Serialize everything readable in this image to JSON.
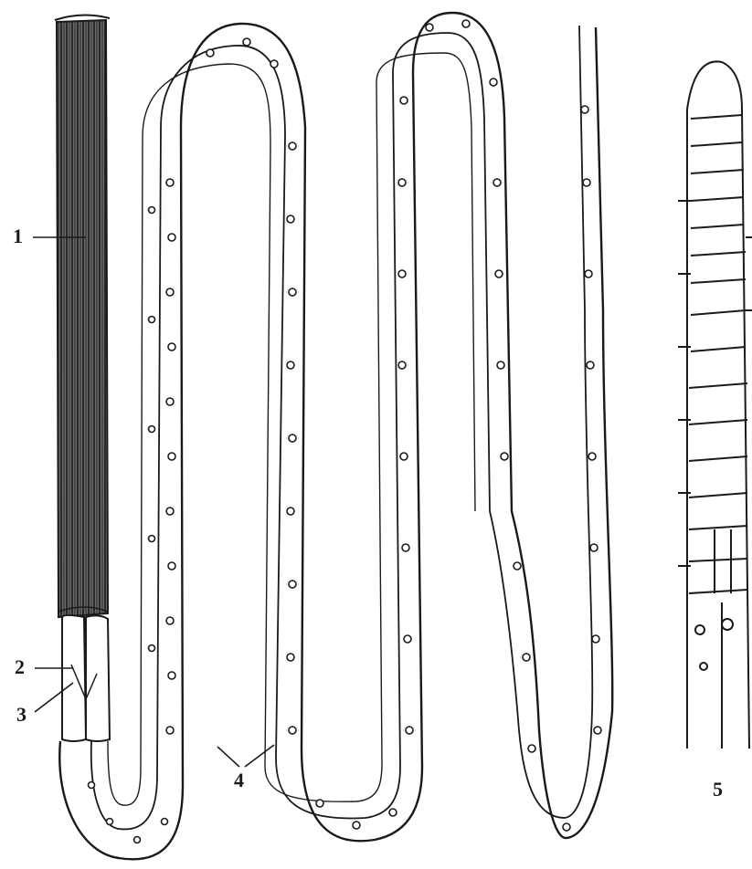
{
  "figure": {
    "labels": {
      "l1": "1",
      "l2": "2",
      "l3": "3",
      "l4": "4",
      "l5": "5"
    }
  },
  "colors": {
    "ink": "#1a1a1a",
    "paper": "#ffffff",
    "shade": "#3a3a3a"
  }
}
